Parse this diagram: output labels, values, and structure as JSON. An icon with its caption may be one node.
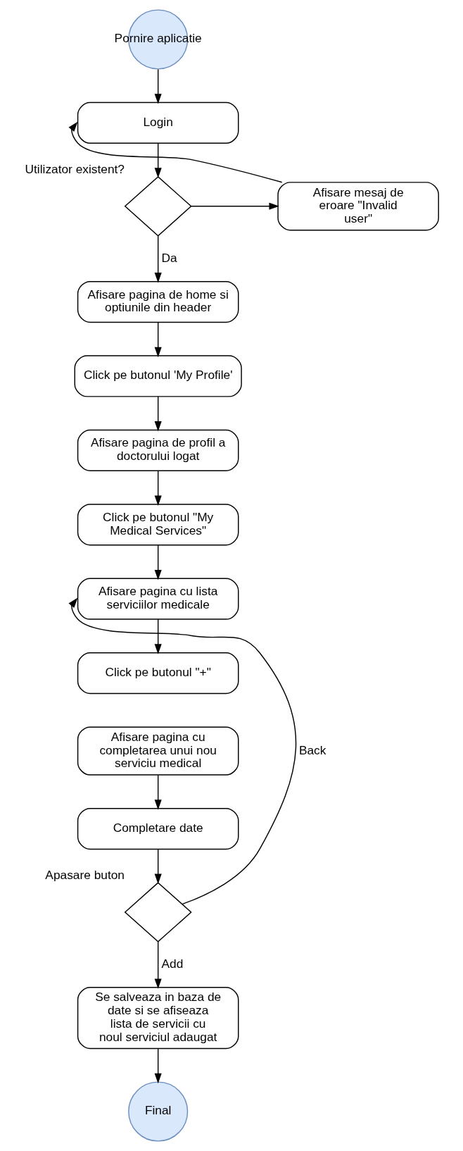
{
  "diagram": {
    "nodes": [
      {
        "text": [
          "Pornire aplicatie"
        ]
      },
      {
        "text": [
          "Login"
        ]
      },
      {
        "text": [],
        "shape": "diamond",
        "beside": [
          "Utilizator existent?"
        ]
      },
      {
        "text": [
          "Afisare mesaj de eroare \"Invalid user\""
        ]
      },
      {
        "text": [
          "Afisare pagina de home si optiunile din header"
        ]
      },
      {
        "text": [
          "Click pe butonul 'My Profile'"
        ]
      },
      {
        "text": [
          "Afisare pagina de profil a doctorului logat"
        ]
      },
      {
        "text": [
          "Click pe butonul \"My Medical Services\""
        ]
      },
      {
        "text": [
          "Afisare pagina cu lista serviciilor medicale"
        ]
      },
      {
        "text": [
          "Click pe butonul \"+\""
        ]
      },
      {
        "text": [
          "Afisare pagina cu completarea unui nou serviciu medical"
        ]
      },
      {
        "text": [
          "Completare date"
        ]
      },
      {
        "text": [],
        "shape": "diamond",
        "beside": [
          "Apasare buton"
        ]
      },
      {
        "text": [
          "Se salveaza in baza de date si se afiseaza lista de servicii cu noul serviciul adaugat"
        ]
      },
      {
        "text": [
          "Final"
        ]
      }
    ],
    "edges": [
      {
        "from": 0,
        "to": 1,
        "arrow": "to"
      },
      {
        "from": 1,
        "to": 2,
        "arrow": "to"
      },
      {
        "from": 2,
        "to": 3,
        "arrow": "to"
      },
      {
        "from": 3,
        "to": 1,
        "arrow": "to"
      },
      {
        "from": 2,
        "to": 4,
        "arrow": "to",
        "label": "Da"
      },
      {
        "from": 4,
        "to": 5,
        "arrow": "to"
      },
      {
        "from": 5,
        "to": 6,
        "arrow": "to"
      },
      {
        "from": 6,
        "to": 7,
        "arrow": "to"
      },
      {
        "from": 7,
        "to": 8,
        "arrow": "to"
      },
      {
        "from": 8,
        "to": 9,
        "arrow": "to"
      },
      {
        "from": 10,
        "to": 11,
        "arrow": "to"
      },
      {
        "from": 11,
        "to": 12,
        "arrow": "to"
      },
      {
        "from": 12,
        "to": 8,
        "arrow": "to",
        "label": "Back"
      },
      {
        "from": 12,
        "to": 13,
        "arrow": "to",
        "label": "Add"
      },
      {
        "from": 13,
        "to": 14,
        "arrow": "to"
      }
    ]
  }
}
